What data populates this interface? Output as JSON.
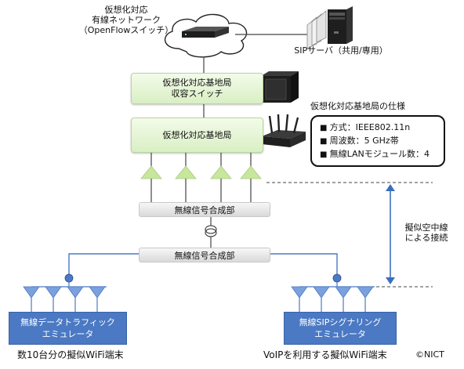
{
  "network": {
    "line1": "仮想化対応",
    "line2": "有線ネットワーク",
    "line3": "（OpenFlowスイッチ）"
  },
  "sip_server_label": "SIPサーバ（共用/専用）",
  "rack_switch": {
    "line1": "仮想化対応基地局",
    "line2": "収容スイッチ"
  },
  "base_station_label": "仮想化対応基地局",
  "spec": {
    "title": "仮想化対応基地局の仕様",
    "items": [
      "方式：IEEE802.11n",
      "周波数：5 GHz帯",
      "無線LANモジュール数：4"
    ]
  },
  "combiner_top_label": "無線信号合成部",
  "combiner_bottom_label": "無線信号合成部",
  "air_link": {
    "line1": "擬似空中線",
    "line2": "による接続"
  },
  "emulator_left": {
    "line1": "無線データトラフィック",
    "line2": "エミュレータ"
  },
  "emulator_right": {
    "line1": "無線SIPシグナリング",
    "line2": "エミュレータ"
  },
  "caption_left": "数10台分の擬似WiFi端末",
  "caption_right": "VoIPを利用する擬似WiFi端末",
  "copyright": "©NICT"
}
